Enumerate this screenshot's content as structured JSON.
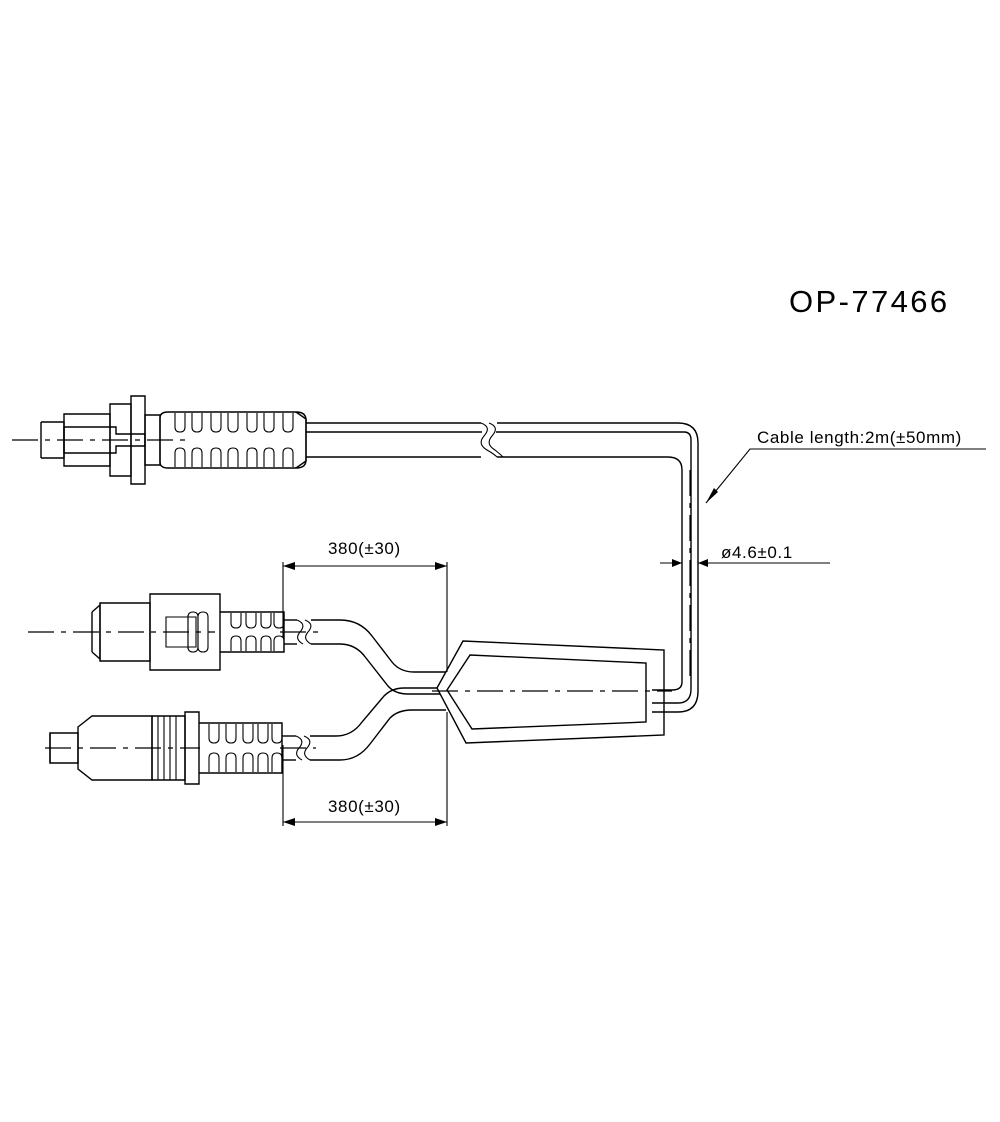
{
  "drawing": {
    "title": "OP-77466",
    "background_color": "#ffffff",
    "line_color": "#000000",
    "annotations": {
      "cable_length": "Cable length:2m(±50mm)",
      "cable_diameter": "ø4.6±0.1",
      "branch_length_upper": "380(±30)",
      "branch_length_lower": "380(±30)"
    },
    "components": {
      "main_connector_name": "rectangular-plug-connector",
      "upper_branch_connector_name": "circular-din-connector",
      "lower_branch_connector_name": "circular-threaded-connector",
      "splitter_name": "y-splitter-molded-block",
      "break_symbol_name": "cable-break-symbol"
    }
  }
}
